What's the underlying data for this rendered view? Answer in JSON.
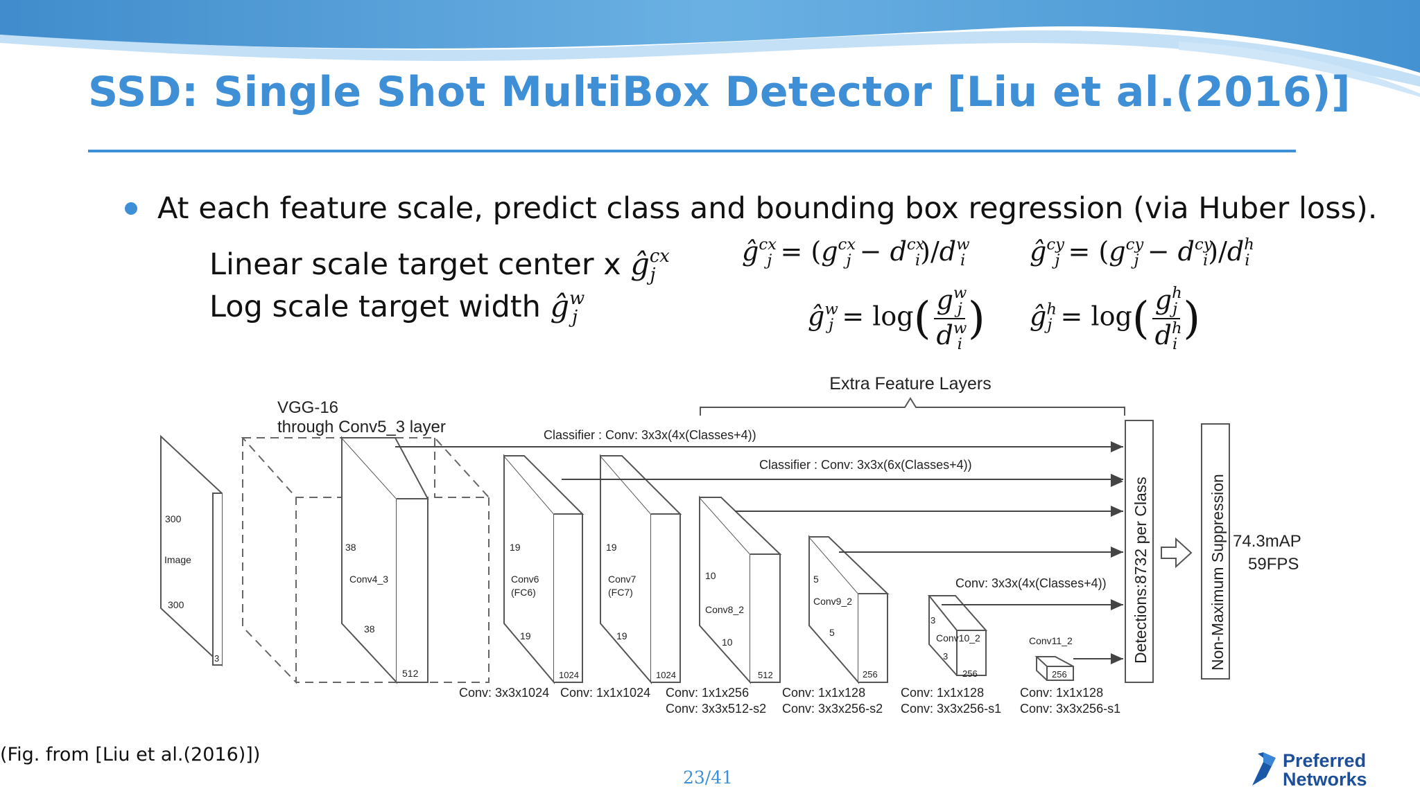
{
  "slide": {
    "title": "SSD: Single Shot MultiBox Detector [Liu et al.(2016)]",
    "bullet": "At each feature scale, predict class and bounding box regression (via Huber loss).",
    "line1_text": "Linear scale target center x",
    "line2_text": "Log scale target width",
    "footnote": "(Fig. from [Liu et al.(2016)])",
    "page": "23/41",
    "logo_line1": "Preferred",
    "logo_line2": "Networks",
    "accent_color": "#3f8fd6"
  },
  "diagram": {
    "extra_feature_layers": "Extra Feature Layers",
    "vgg_line1": "VGG-16",
    "vgg_line2": "through Conv5_3 layer",
    "classifier1": "Classifier : Conv: 3x3x(4x(Classes+4))",
    "classifier2": "Classifier : Conv: 3x3x(6x(Classes+4))",
    "classifier3": "Conv: 3x3x(4x(Classes+4))",
    "image": {
      "label": "Image",
      "h": "300",
      "w": "300",
      "c": "3"
    },
    "conv4_3": {
      "label": "Conv4_3",
      "h": "38",
      "w": "38",
      "c": "512"
    },
    "conv6": {
      "label1": "Conv6",
      "label2": "(FC6)",
      "h": "19",
      "w": "19",
      "c": "1024"
    },
    "conv7": {
      "label1": "Conv7",
      "label2": "(FC7)",
      "h": "19",
      "w": "19",
      "c": "1024"
    },
    "conv8_2": {
      "label": "Conv8_2",
      "h": "10",
      "w": "10",
      "c": "512"
    },
    "conv9_2": {
      "label": "Conv9_2",
      "h": "5",
      "w": "5",
      "c": "256"
    },
    "conv10_2": {
      "label": "Conv10_2",
      "h": "3",
      "w": "3",
      "c": "256"
    },
    "conv11_2": {
      "label": "Conv11_2",
      "c": "256"
    },
    "op_conv6": "Conv: 3x3x1024",
    "op_conv7": "Conv: 1x1x1024",
    "op_conv8_a": "Conv: 1x1x256",
    "op_conv8_b": "Conv: 3x3x512-s2",
    "op_conv9_a": "Conv: 1x1x128",
    "op_conv9_b": "Conv: 3x3x256-s2",
    "op_conv10_a": "Conv: 1x1x128",
    "op_conv10_b": "Conv: 3x3x256-s1",
    "op_conv11_a": "Conv: 1x1x128",
    "op_conv11_b": "Conv: 3x3x256-s1",
    "detections": "Detections:8732  per Class",
    "nms": "Non-Maximum Suppression",
    "map": "74.3mAP",
    "fps": "59FPS"
  }
}
